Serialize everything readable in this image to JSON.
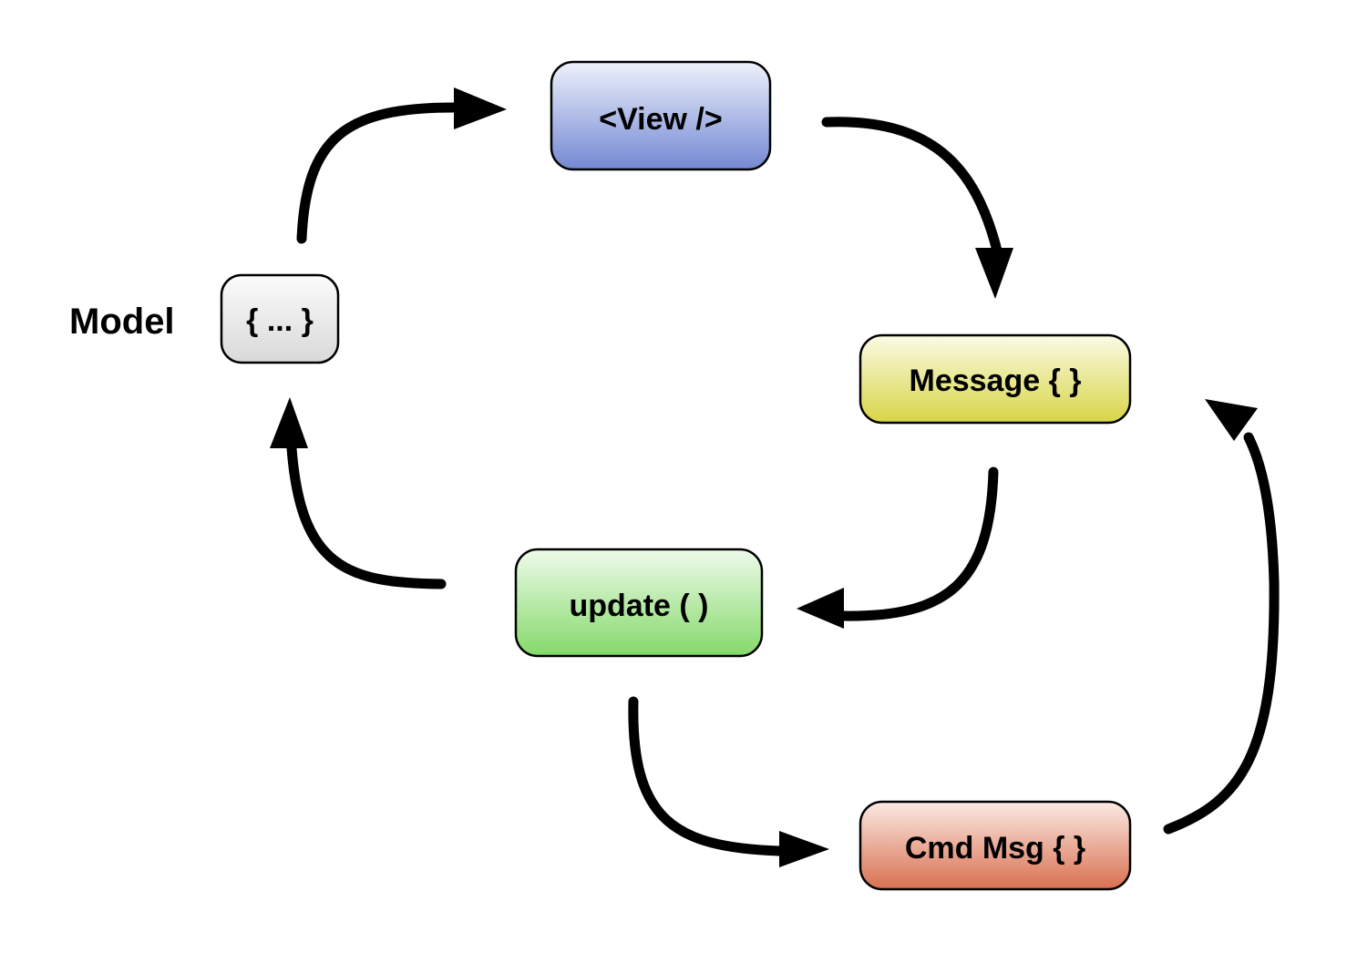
{
  "diagram": {
    "model_label": "Model",
    "nodes": {
      "model": {
        "label": "{ ... }",
        "color": "#e6e6e6"
      },
      "view": {
        "label": "<View />",
        "color": "#8ea0dc"
      },
      "message": {
        "label": "Message { }",
        "color": "#e2e27a"
      },
      "update": {
        "label": "update ( )",
        "color": "#9ade84"
      },
      "cmd_msg": {
        "label": "Cmd Msg { }",
        "color": "#e48a74"
      }
    },
    "edges": [
      {
        "from": "model",
        "to": "view"
      },
      {
        "from": "view",
        "to": "message"
      },
      {
        "from": "message",
        "to": "update"
      },
      {
        "from": "update",
        "to": "model"
      },
      {
        "from": "update",
        "to": "cmd_msg"
      },
      {
        "from": "cmd_msg",
        "to": "message"
      }
    ]
  }
}
